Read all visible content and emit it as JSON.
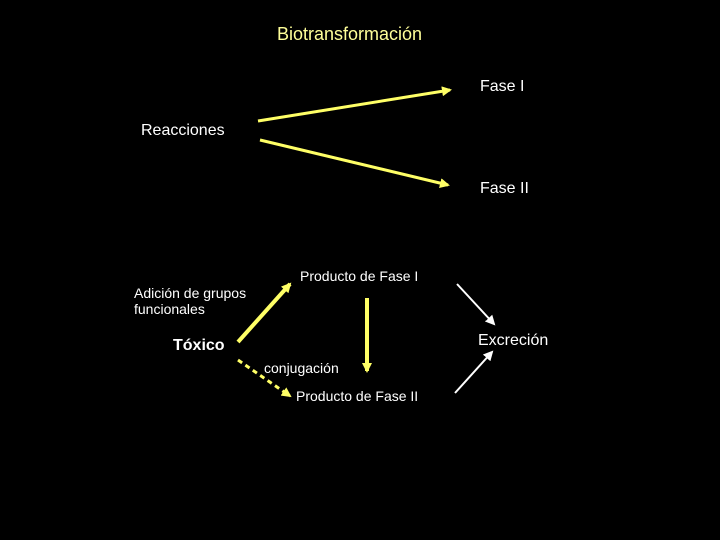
{
  "colors": {
    "background": "#000000",
    "accent": "#ffff66",
    "text_yellow": "#ffff99",
    "text_white": "#ffffff",
    "arrow_white": "#ffffff"
  },
  "title": "Biotransformación",
  "reactions": {
    "label": "Reacciones",
    "phase1": "Fase I",
    "phase2": "Fase II"
  },
  "cycle": {
    "functional_groups": "Adición de grupos funcionales",
    "toxic": "Tóxico",
    "phase1_product": "Producto de Fase I",
    "conjugation": "conjugación",
    "phase2_product": "Producto de Fase II",
    "excretion": "Excreción"
  }
}
